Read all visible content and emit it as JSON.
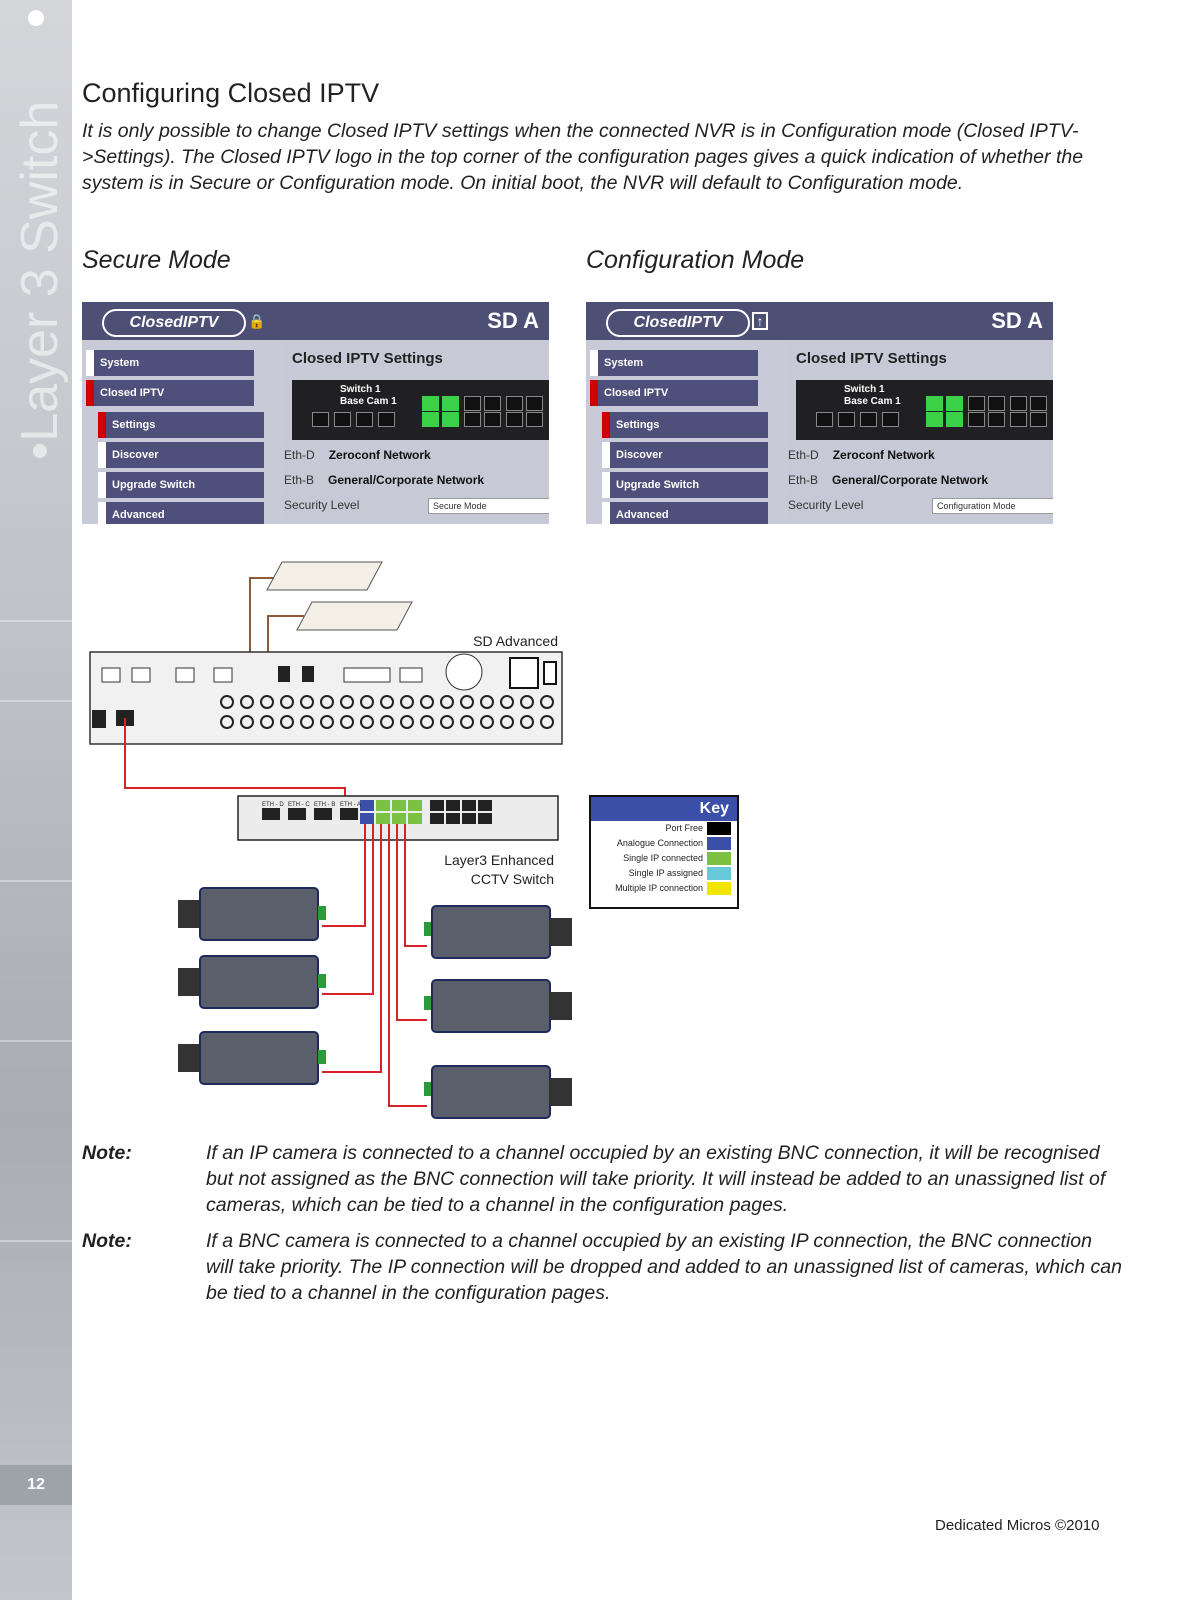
{
  "sidebar": {
    "label": "•Layer 3 Switch",
    "page_number": "12"
  },
  "heading": "Configuring Closed IPTV",
  "intro": "It is only possible to change Closed IPTV settings when the connected NVR is in Configuration mode (Closed IPTV->Settings). The Closed IPTV logo in the top corner of the configuration pages gives a quick indication of whether the system is in Secure or Configuration mode. On initial boot, the NVR will default to Configuration mode.",
  "modes": {
    "secure_title": "Secure Mode",
    "config_title": "Configuration Mode"
  },
  "screenshot_common": {
    "logo_text": "ClosedIPTV",
    "brand": "SD A",
    "menu": [
      "System",
      "Closed IPTV",
      "Settings",
      "Discover",
      "Upgrade Switch",
      "Advanced"
    ],
    "heading": "Closed IPTV Settings",
    "switch_line1": "Switch 1",
    "switch_line2": "Base Cam 1",
    "eth_d_label": "Eth-D",
    "eth_d_value": "Zeroconf Network",
    "eth_b_label": "Eth-B",
    "eth_b_value": "General/Corporate Network",
    "security_label": "Security Level"
  },
  "screenshot_secure": {
    "security_value": "Secure Mode",
    "lock_icon": "lock-icon"
  },
  "screenshot_config": {
    "security_value": "Configuration Mode",
    "lock_icon": "unlock-icon"
  },
  "diagram": {
    "nvr_label": "SD Advanced",
    "switch_label_1": "Layer3 Enhanced",
    "switch_label_2": "CCTV Switch",
    "switch_ports": [
      "ETH - D",
      "ETH - C",
      "ETH - B",
      "ETH - A"
    ],
    "colors": {
      "cable": "#d9232a",
      "power": "#8a5a3c",
      "switch_body": "#ececec",
      "camera_body": "#5a5f6b"
    }
  },
  "key": {
    "title": "Key",
    "items": [
      {
        "label": "Port Free",
        "color": "#000000"
      },
      {
        "label": "Analogue Connection",
        "color": "#3c4fa8"
      },
      {
        "label": "Single IP connected",
        "color": "#7bc142"
      },
      {
        "label": "Single IP assigned",
        "color": "#67c8d8"
      },
      {
        "label": "Multiple IP connection",
        "color": "#f2e600"
      }
    ]
  },
  "notes": [
    {
      "label": "Note:",
      "text": "If an IP camera is connected to a channel occupied by an existing BNC connection, it will be recognised but not assigned as the BNC connection will take priority. It will instead be added to an unassigned list of cameras, which can be tied to a channel in the configuration pages."
    },
    {
      "label": "Note:",
      "text": "If a BNC camera is connected to a channel occupied by an existing IP connection, the BNC connection will take priority. The IP connection will be dropped and added to an unassigned list of cameras, which can be tied to a channel in the configuration pages."
    }
  ],
  "footer": "Dedicated Micros ©2010"
}
